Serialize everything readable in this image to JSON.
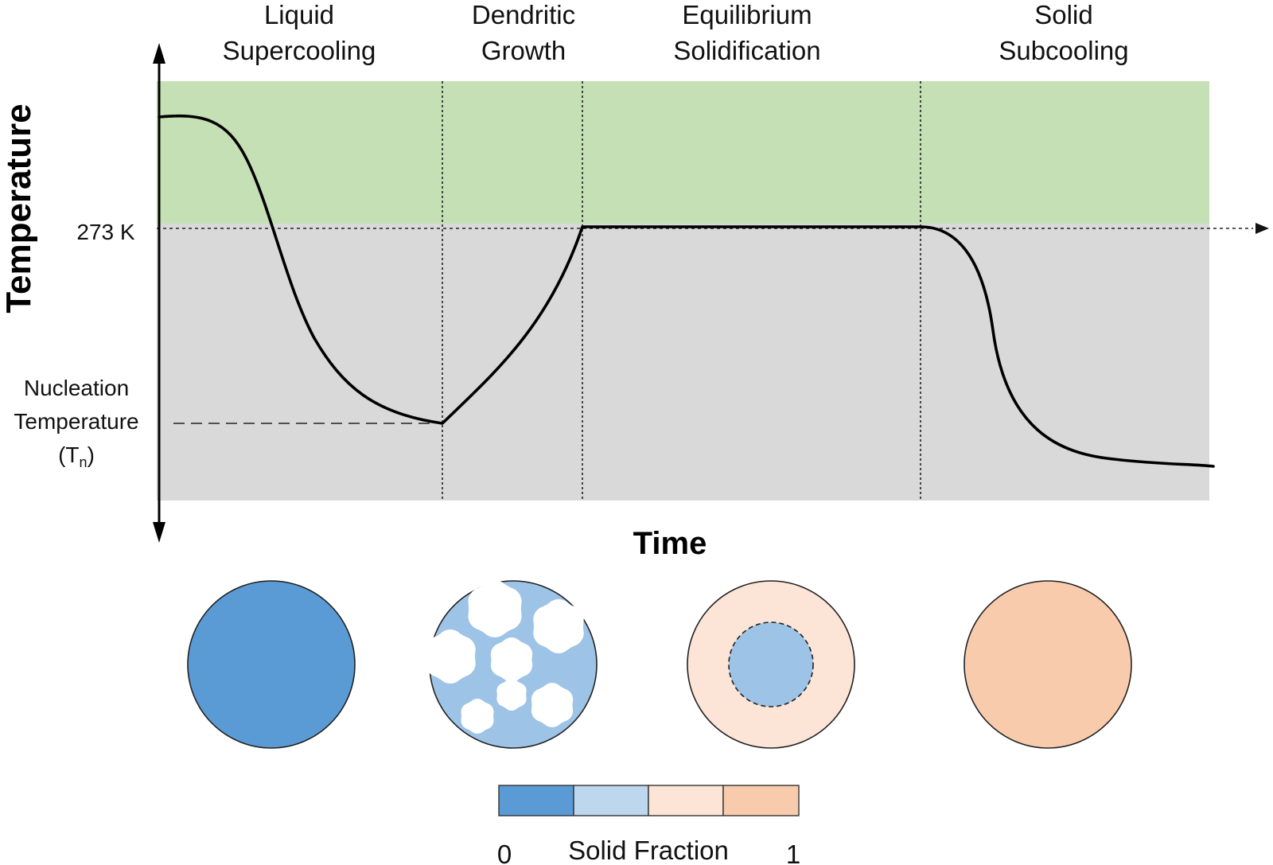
{
  "phases": [
    {
      "line1": "Liquid",
      "line2": "Supercooling"
    },
    {
      "line1": "Dendritic",
      "line2": "Growth"
    },
    {
      "line1": "Equilibrium",
      "line2": "Solidification"
    },
    {
      "line1": "Solid",
      "line2": "Subcooling"
    }
  ],
  "axes": {
    "y_title": "Temperature",
    "x_title": "Time"
  },
  "labels": {
    "freezing_point": "273 K",
    "nucleation_line1": "Nucleation",
    "nucleation_line2": "Temperature",
    "nucleation_line3_open": "(T",
    "nucleation_line3_sub": "n",
    "nucleation_line3_close": ")"
  },
  "legend": {
    "title": "Solid Fraction",
    "min_label": "0",
    "max_label": "1",
    "colors": [
      "#5b9bd5",
      "#bdd7ee",
      "#fce4d6",
      "#f8cbad"
    ]
  },
  "colors": {
    "liquid_region": "#c5e0b4",
    "solid_region": "#d9d9d9",
    "liquid_droplet": "#5b9bd5",
    "dendritic_droplet": "#9dc3e6",
    "solid_shell": "#fce4d6",
    "solid_droplet": "#f8cbad"
  },
  "icons": {
    "ice_crystal": "snowflake-icon"
  }
}
